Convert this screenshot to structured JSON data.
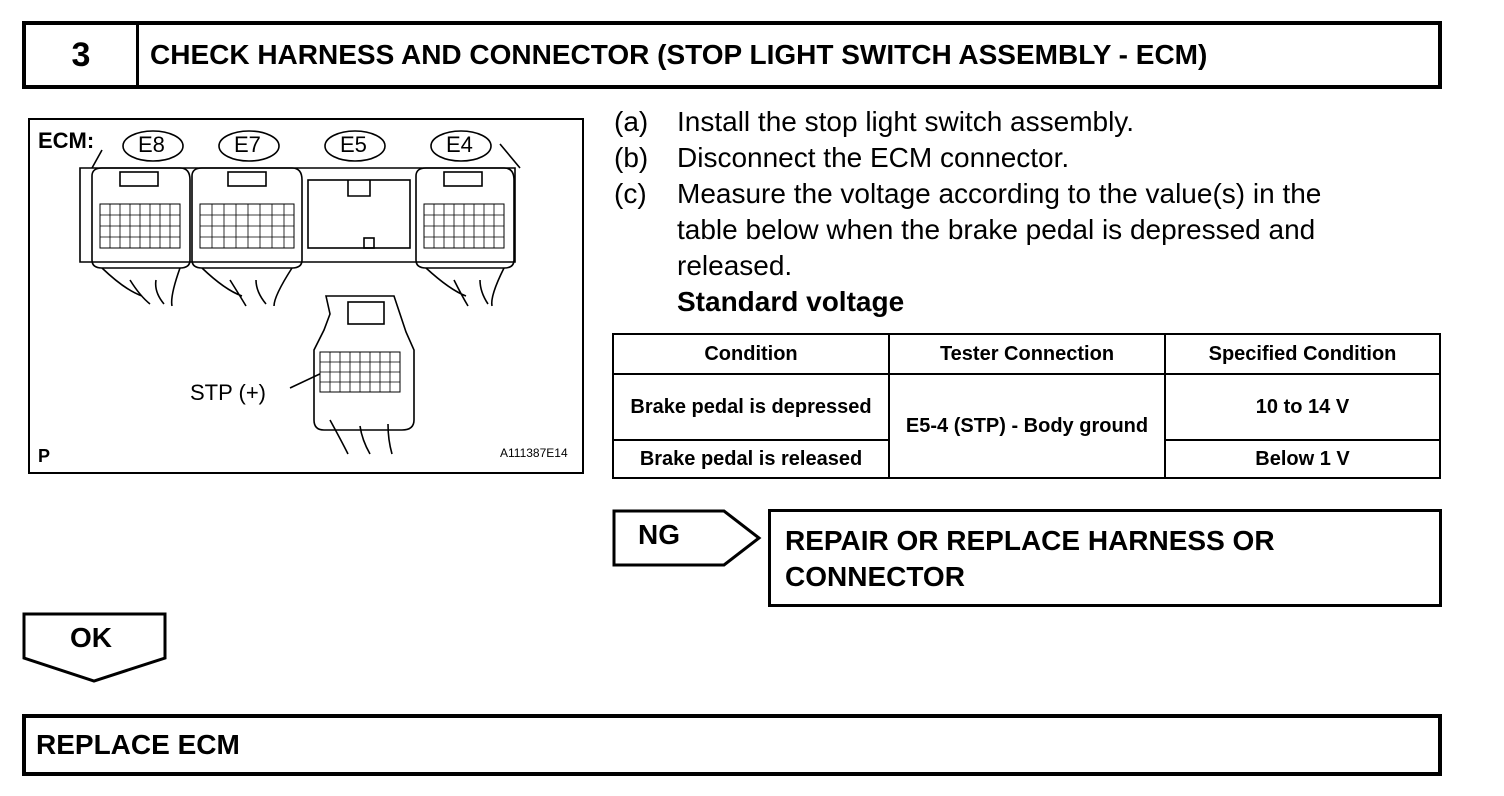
{
  "step": {
    "number": "3",
    "title": "CHECK HARNESS AND CONNECTOR (STOP LIGHT SWITCH ASSEMBLY - ECM)"
  },
  "figure": {
    "ecm_label": "ECM:",
    "connectors": [
      "E8",
      "E7",
      "E5",
      "E4"
    ],
    "pin_label": "STP (+)",
    "corner_label": "P",
    "figure_id": "A111387E14"
  },
  "instructions": [
    {
      "label": "(a)",
      "text": "Install the stop light switch assembly."
    },
    {
      "label": "(b)",
      "text": "Disconnect the ECM connector."
    },
    {
      "label": "(c)",
      "text": "Measure the voltage according to the value(s) in the table below when the brake pedal is depressed and released."
    }
  ],
  "standard_label": "Standard voltage",
  "table": {
    "headers": [
      "Condition",
      "Tester Connection",
      "Specified Condition"
    ],
    "rows": [
      {
        "condition": "Brake pedal is depressed",
        "tester": "E5-4 (STP) - Body ground",
        "spec": "10 to 14 V"
      },
      {
        "condition": "Brake pedal is released",
        "tester": "",
        "spec": "Below 1 V"
      }
    ]
  },
  "ng": {
    "label": "NG",
    "result_line1": "REPAIR OR REPLACE HARNESS OR",
    "result_line2": "CONNECTOR"
  },
  "ok": {
    "label": "OK",
    "result": "REPLACE ECM"
  }
}
